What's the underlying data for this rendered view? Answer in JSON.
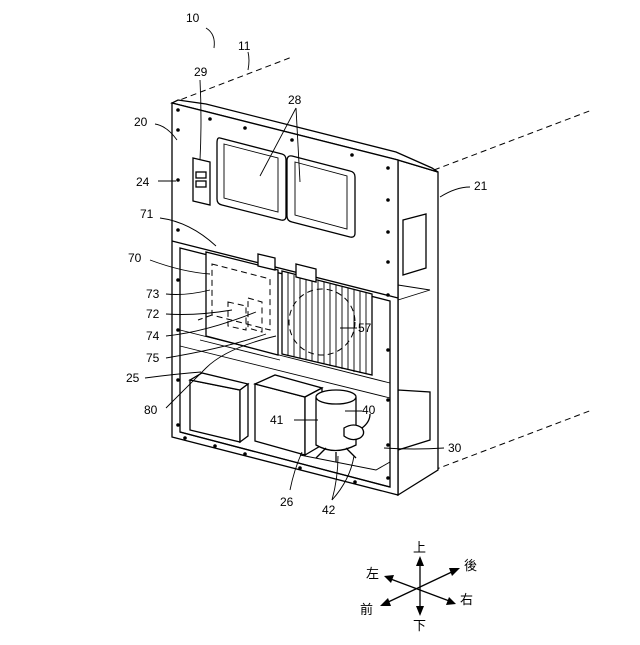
{
  "labels": {
    "l10": "10",
    "l11": "11",
    "l20": "20",
    "l21": "21",
    "l24": "24",
    "l25": "25",
    "l26": "26",
    "l28": "28",
    "l29": "29",
    "l30": "30",
    "l40": "40",
    "l41": "41",
    "l42": "42",
    "l57": "57",
    "l70": "70",
    "l71": "71",
    "l72": "72",
    "l73": "73",
    "l74": "74",
    "l75": "75",
    "l80": "80"
  },
  "directions": {
    "up": "上",
    "down": "下",
    "left": "左",
    "right": "右",
    "front": "前",
    "back": "後"
  }
}
